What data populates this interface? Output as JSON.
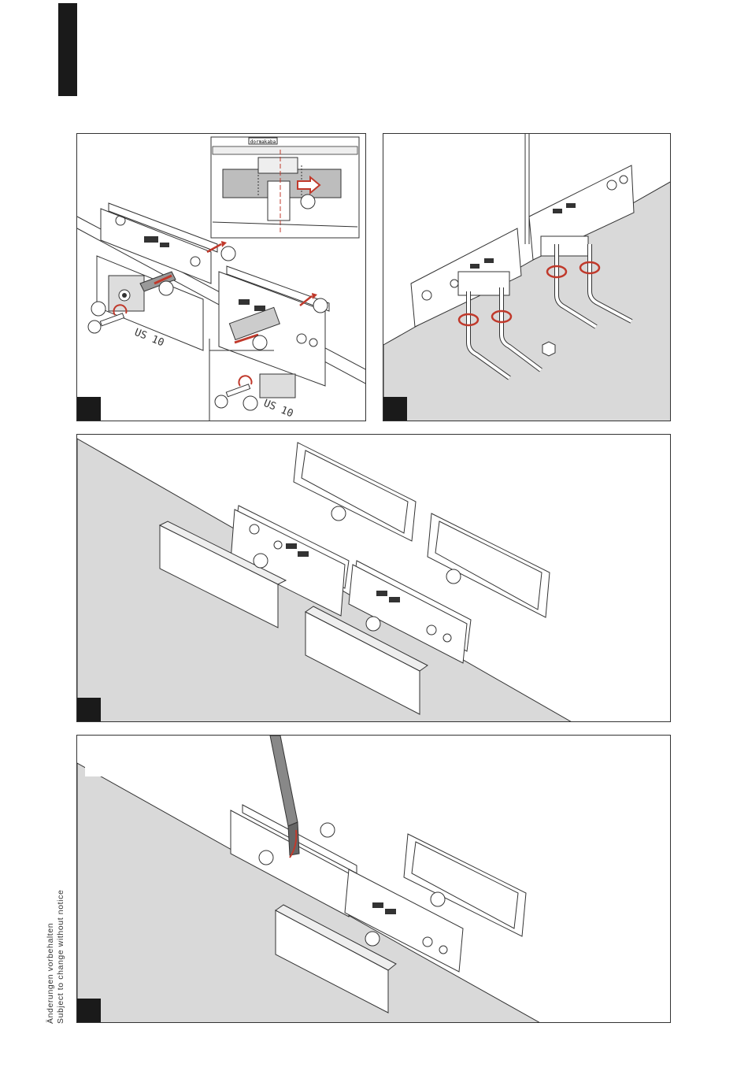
{
  "side_note": {
    "line1": "Änderungen vorbehalten",
    "line2": "Subject to change without notice"
  },
  "panel1": {
    "label_a": "US 10",
    "label_b": "US 10",
    "brand_tag": "dormakaba"
  },
  "colors": {
    "arrow_red": "#c0392b",
    "floor_gray": "#d9d9d9",
    "line": "#333333"
  },
  "icons": {
    "key": "key-icon",
    "hex_key": "hex-key-icon",
    "rotate": "rotate-arrow-icon",
    "screwdriver": "screwdriver-icon"
  }
}
